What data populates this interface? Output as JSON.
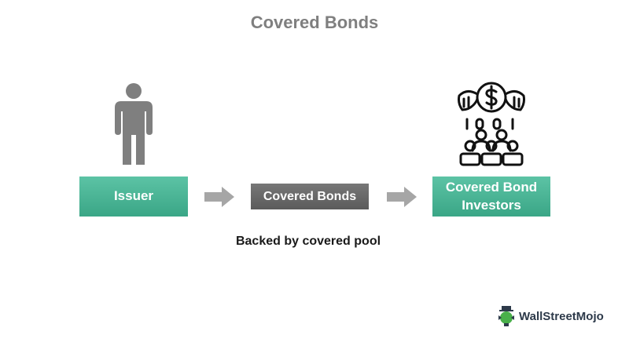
{
  "title": "Covered Bonds",
  "nodes": {
    "issuer": "Issuer",
    "covered_bonds": "Covered Bonds",
    "investors_line1": "Covered Bond",
    "investors_line2": "Investors"
  },
  "caption": "Backed by covered pool",
  "brand": {
    "name": "WallStreetMojo"
  },
  "icons": {
    "issuer": "person-icon",
    "investors": "investors-dollar-icon",
    "arrows": "right-arrow-icon",
    "brand": "wallstreetmojo-logo-icon"
  },
  "colors": {
    "title": "#7f7f7f",
    "green_box": "#4ab596",
    "grey_box": "#666666",
    "arrow": "#a6a6a6",
    "person": "#7f7f7f"
  }
}
